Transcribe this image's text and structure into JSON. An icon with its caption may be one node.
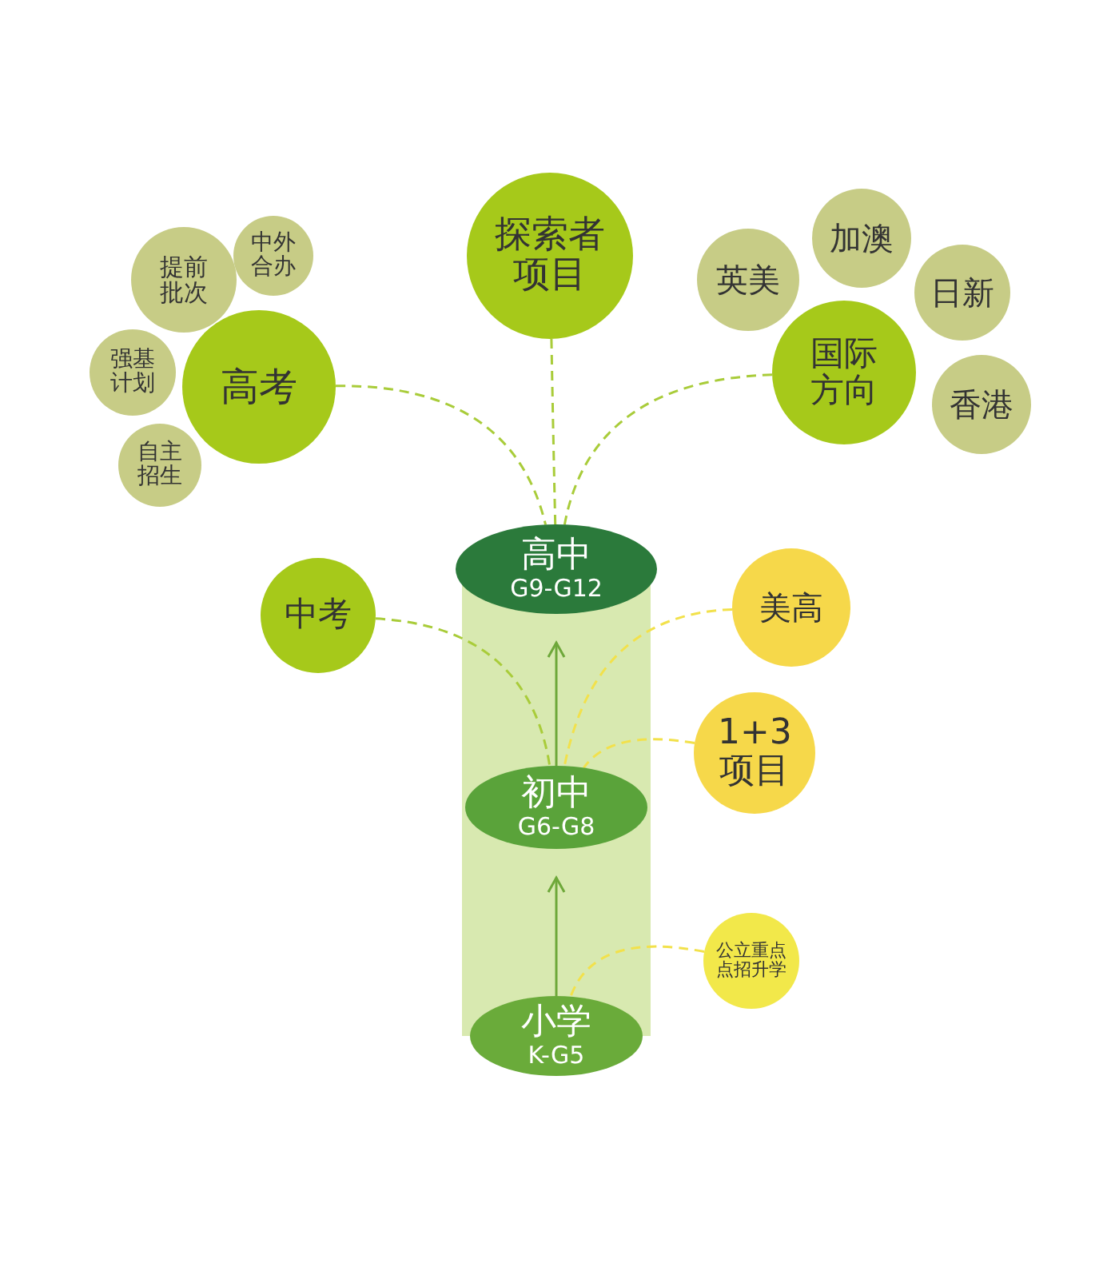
{
  "diagram": {
    "nodes": [
      {
        "text": [
          "高中",
          "G9-G12"
        ]
      },
      {
        "text": [
          "初中",
          "G6-G8"
        ]
      },
      {
        "text": [
          "小学",
          "K-G5"
        ]
      },
      {
        "text": [
          "高考"
        ]
      },
      {
        "text": [
          "提前批次"
        ]
      },
      {
        "text": [
          "中外合办"
        ]
      },
      {
        "text": [
          "强基计划"
        ]
      },
      {
        "text": [
          "自主招生"
        ]
      },
      {
        "text": [
          "探索者项目"
        ]
      },
      {
        "text": [
          "英美"
        ]
      },
      {
        "text": [
          "加澳"
        ]
      },
      {
        "text": [
          "日新"
        ]
      },
      {
        "text": [
          "国际方向"
        ]
      },
      {
        "text": [
          "香港"
        ]
      },
      {
        "text": [
          "中考"
        ]
      },
      {
        "text": [
          "美高"
        ]
      },
      {
        "text": [
          "1+3项目"
        ]
      },
      {
        "text": [
          "公立重点点招升学"
        ]
      }
    ],
    "edges": [
      {
        "from": 1,
        "to": 0,
        "arrow": "to",
        "color": "#6ea83a"
      },
      {
        "from": 2,
        "to": 1,
        "arrow": "to",
        "color": "#6ea83a"
      },
      {
        "from": 3,
        "to": 0,
        "arrow": "none",
        "style": "dashed",
        "color": "#a9cc3a"
      },
      {
        "from": 8,
        "to": 0,
        "arrow": "none",
        "style": "dashed",
        "color": "#a9cc3a"
      },
      {
        "from": 12,
        "to": 0,
        "arrow": "none",
        "style": "dashed",
        "color": "#a9cc3a"
      },
      {
        "from": 14,
        "to": 1,
        "arrow": "none",
        "style": "dashed",
        "color": "#a9cc3a"
      },
      {
        "from": 15,
        "to": 1,
        "arrow": "none",
        "style": "dashed",
        "color": "#f2e14b"
      },
      {
        "from": 16,
        "to": 1,
        "arrow": "none",
        "style": "dashed",
        "color": "#f2e14b"
      },
      {
        "from": 17,
        "to": 2,
        "arrow": "none",
        "style": "dashed",
        "color": "#f2e14b"
      }
    ]
  }
}
